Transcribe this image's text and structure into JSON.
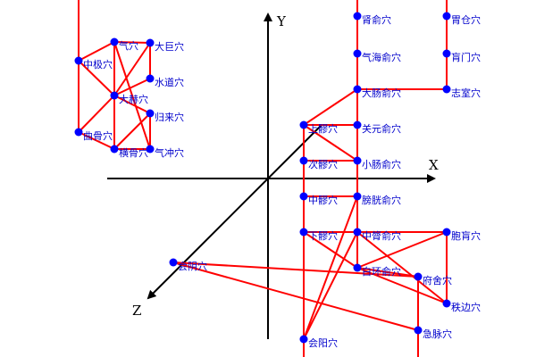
{
  "diagram": {
    "axes": {
      "x_label": "X",
      "y_label": "Y",
      "z_label": "Z"
    },
    "colors": {
      "edge": "#ff0000",
      "node": "#0000ff",
      "label": "#0000cc",
      "axis": "#000000"
    },
    "nodes": [
      {
        "id": "qixue",
        "label": "气穴"
      },
      {
        "id": "daju",
        "label": "大巨穴"
      },
      {
        "id": "zhongji",
        "label": "中极穴"
      },
      {
        "id": "shuidao",
        "label": "水道穴"
      },
      {
        "id": "dahe",
        "label": "大赫穴"
      },
      {
        "id": "guilai",
        "label": "归来穴"
      },
      {
        "id": "qugu",
        "label": "曲骨穴"
      },
      {
        "id": "henggu",
        "label": "横骨穴"
      },
      {
        "id": "qichong",
        "label": "气冲穴"
      },
      {
        "id": "shenshu",
        "label": "肾俞穴"
      },
      {
        "id": "weicang",
        "label": "胃仓穴"
      },
      {
        "id": "qihaishu",
        "label": "气海俞穴"
      },
      {
        "id": "huangmen",
        "label": "肓门穴"
      },
      {
        "id": "dachangshu",
        "label": "大肠俞穴"
      },
      {
        "id": "zhishi",
        "label": "志室穴"
      },
      {
        "id": "shangliao",
        "label": "上髎穴"
      },
      {
        "id": "guanyuanshu",
        "label": "关元俞穴"
      },
      {
        "id": "ciliao",
        "label": "次髎穴"
      },
      {
        "id": "xiaochangshu",
        "label": "小肠俞穴"
      },
      {
        "id": "zhongliao",
        "label": "中髎穴"
      },
      {
        "id": "pangguangshu",
        "label": "膀胱俞穴"
      },
      {
        "id": "xialiao",
        "label": "下髎穴"
      },
      {
        "id": "zhonglvshu",
        "label": "中膂俞穴"
      },
      {
        "id": "baohuang",
        "label": "胞肓穴"
      },
      {
        "id": "huiyin",
        "label": "会阴穴"
      },
      {
        "id": "baihuanshu",
        "label": "白环俞穴"
      },
      {
        "id": "fushe",
        "label": "府舍穴"
      },
      {
        "id": "zhibian",
        "label": "秩边穴"
      },
      {
        "id": "jimai",
        "label": "急脉穴"
      },
      {
        "id": "huiyang",
        "label": "会阳穴"
      }
    ]
  }
}
